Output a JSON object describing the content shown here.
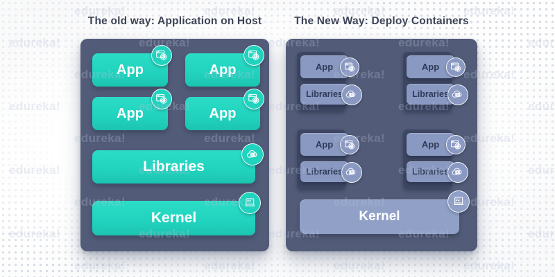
{
  "titles": {
    "left": "The old way: Application on Host",
    "right": "The New Way: Deploy Containers"
  },
  "left_panel": {
    "apps": [
      "App",
      "App",
      "App",
      "App"
    ],
    "libraries_label": "Libraries",
    "kernel_label": "Kernel"
  },
  "right_panel": {
    "containers": [
      {
        "app_label": "App",
        "libraries_label": "Libraries"
      },
      {
        "app_label": "App",
        "libraries_label": "Libraries"
      },
      {
        "app_label": "App",
        "libraries_label": "Libraries"
      },
      {
        "app_label": "App",
        "libraries_label": "Libraries"
      }
    ],
    "kernel_label": "Kernel"
  },
  "watermark": {
    "text": "edureka!"
  },
  "icons": {
    "app": "app-window-gear-icon",
    "libraries": "cloud-books-icon",
    "kernel": "laptop-icon"
  },
  "colors": {
    "teal": "#21d3be",
    "panel": "#525c78",
    "container_box": "#8a99c2",
    "container_wrapper": "#3d4662",
    "kernel_box": "#90a0c7",
    "title_text": "#3e4456",
    "dot": "#cdd2db"
  }
}
